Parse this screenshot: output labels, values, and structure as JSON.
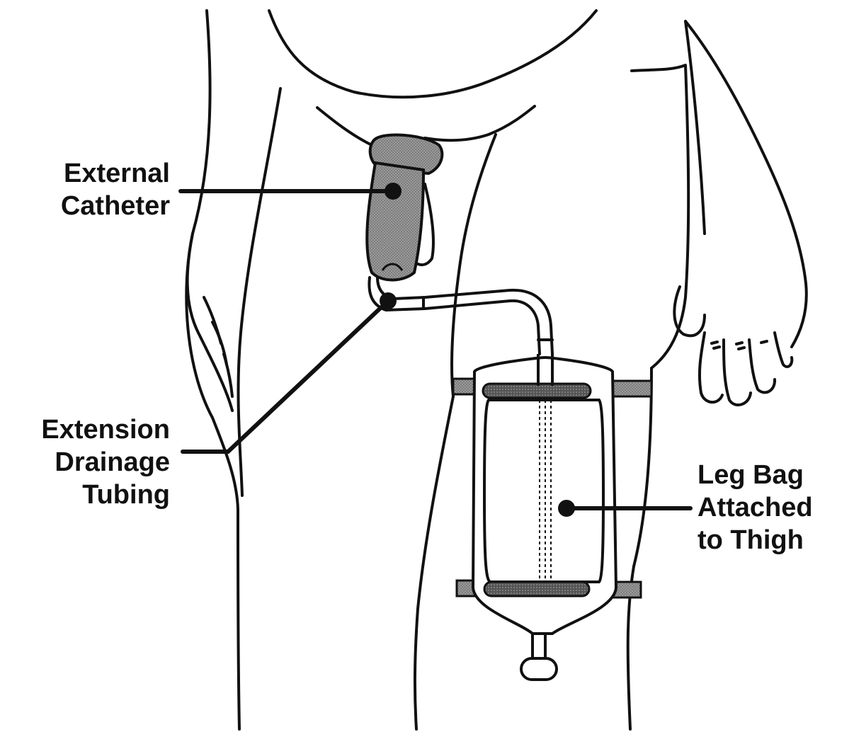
{
  "labels": {
    "external_catheter": [
      "External",
      "Catheter"
    ],
    "extension_tubing": [
      "Extension",
      "Drainage",
      "Tubing"
    ],
    "leg_bag": [
      "Leg Bag",
      "Attached",
      "to Thigh"
    ]
  },
  "colors": {
    "line": "#111111",
    "catheter_fill": "#8a8a8a",
    "strap_fill": "#7a7a7a",
    "background": "#ffffff"
  }
}
